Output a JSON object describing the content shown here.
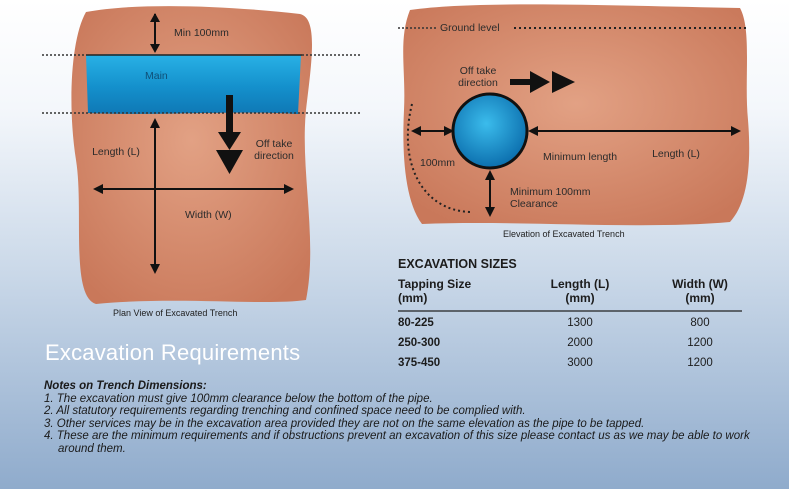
{
  "plan_view": {
    "min_clearance": "Min 100mm",
    "main": "Main",
    "off_take_direction": "Off take direction",
    "length": "Length (L)",
    "width": "Width (W)",
    "caption": "Plan View of Excavated Trench"
  },
  "elevation": {
    "ground_level": "Ground level",
    "off_take_direction": "Off take direction",
    "clearance_100mm": "100mm",
    "minimum_length": "Minimum length",
    "length": "Length (L)",
    "minimum_clearance": "Minimum 100mm Clearance",
    "caption": "Elevation of Excavated Trench"
  },
  "section_title": "Excavation Requirements",
  "table": {
    "title": "EXCAVATION SIZES",
    "headers": [
      "Tapping Size (mm)",
      "Length (L) (mm)",
      "Width (W) (mm)"
    ],
    "rows": [
      [
        "80-225",
        "1300",
        "800"
      ],
      [
        "250-300",
        "2000",
        "1200"
      ],
      [
        "375-450",
        "3000",
        "1200"
      ]
    ]
  },
  "notes": {
    "title": "Notes on Trench Dimensions:",
    "items": [
      "1. The excavation must give 100mm clearance below the bottom of the pipe.",
      "2. All statutory requirements regarding trenching and confined space need to be complied with.",
      "3. Other services may be in the excavation area provided they are not on the same elevation as the pipe to be tapped.",
      "4. These are the minimum requirements and if obstructions prevent an excavation of this size please contact us as we may be able to work around them."
    ]
  },
  "colors": {
    "soil": "#d98f6e",
    "water": "#1aa0d8",
    "arrow": "#111111"
  }
}
